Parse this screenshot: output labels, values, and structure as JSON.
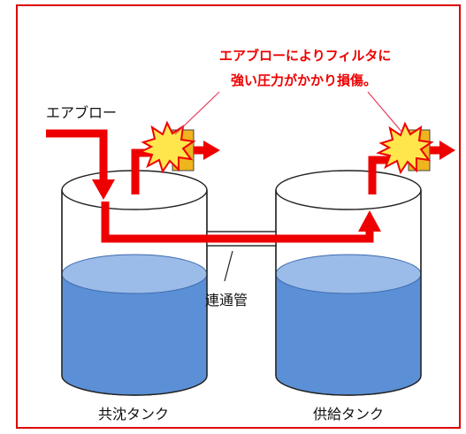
{
  "labels": {
    "air_blow": "エアブロー",
    "callout_line1": "エアブローによりフィルタに",
    "callout_line2": "強い圧力がかかり損傷。",
    "connecting_pipe": "連通管",
    "left_tank": "共沈タンク",
    "right_tank": "供給タンク"
  },
  "colors": {
    "border": "#dd0000",
    "flow_arrow": "#ee0000",
    "callout_text": "#ee0000",
    "leader_line": "#e83c5a",
    "water_body": "#5b8fd6",
    "water_surface": "#9bbbe8",
    "filter_box": "#f0b51e",
    "burst_fill": "#ffe64d",
    "burst_stroke": "#ee0000"
  },
  "icons": {
    "burst": "explosion-burst-icon",
    "filter": "filter-box-icon"
  }
}
